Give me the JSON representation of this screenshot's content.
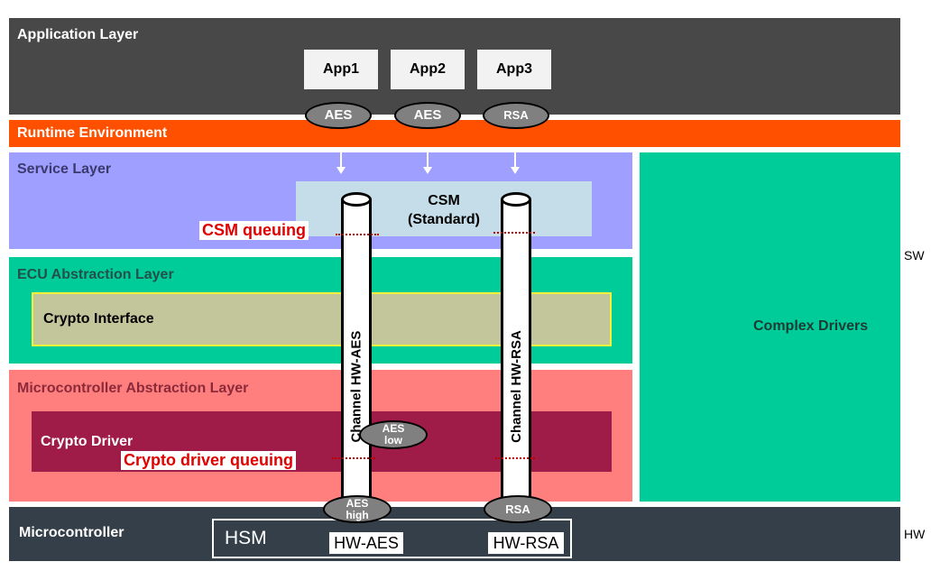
{
  "layers": {
    "application": "Application Layer",
    "runtime": "Runtime Environment",
    "service": "Service Layer",
    "ecu": "ECU Abstraction Layer",
    "mcal": "Microcontroller Abstraction Layer",
    "microcontroller": "Microcontroller",
    "complex_drivers": "Complex Drivers"
  },
  "apps": [
    "App1",
    "App2",
    "App3"
  ],
  "rte_ports": [
    "AES",
    "AES",
    "RSA"
  ],
  "csm": {
    "line1": "CSM",
    "line2": "(Standard)"
  },
  "crypto_interface": "Crypto Interface",
  "crypto_driver": "Crypto Driver",
  "queuing": {
    "csm": "CSM queuing",
    "driver": "Crypto driver queuing"
  },
  "channels": [
    "Channel HW-AES",
    "Channel HW-RSA"
  ],
  "priority_ovals": {
    "aes_low": {
      "line1": "AES",
      "line2": "low"
    },
    "aes_high": {
      "line1": "AES",
      "line2": "high"
    },
    "rsa": "RSA"
  },
  "hsm": {
    "label": "HSM",
    "hw_aes": "HW-AES",
    "hw_rsa": "HW-RSA"
  },
  "side_labels": {
    "sw": "SW",
    "hw": "HW"
  },
  "colors": {
    "application": "#484848",
    "runtime": "#ff5000",
    "service": "#9f9fff",
    "ecu": "#00cc99",
    "mcal": "#ff7f7f",
    "crypto_driver": "#a01c48",
    "microcontroller": "#353f49",
    "csm_box": "#c4dde8",
    "crypto_interface": "#c3c59a"
  }
}
